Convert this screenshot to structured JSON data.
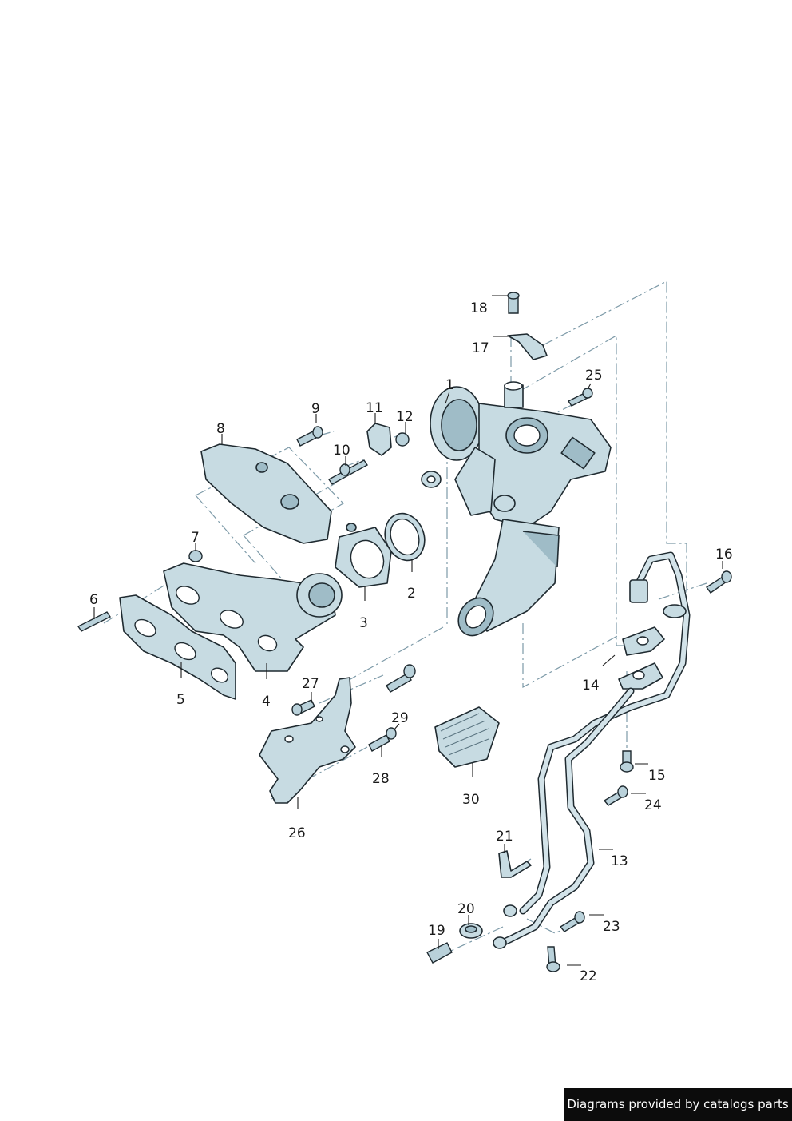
{
  "diagram": {
    "callouts": [
      "1",
      "2",
      "3",
      "4",
      "5",
      "6",
      "7",
      "8",
      "9",
      "10",
      "11",
      "12",
      "13",
      "14",
      "15",
      "16",
      "17",
      "18",
      "19",
      "20",
      "21",
      "22",
      "23",
      "24",
      "25",
      "26",
      "27",
      "28",
      "29",
      "30"
    ]
  },
  "footer": {
    "text": "Diagrams provided by catalogs parts"
  }
}
